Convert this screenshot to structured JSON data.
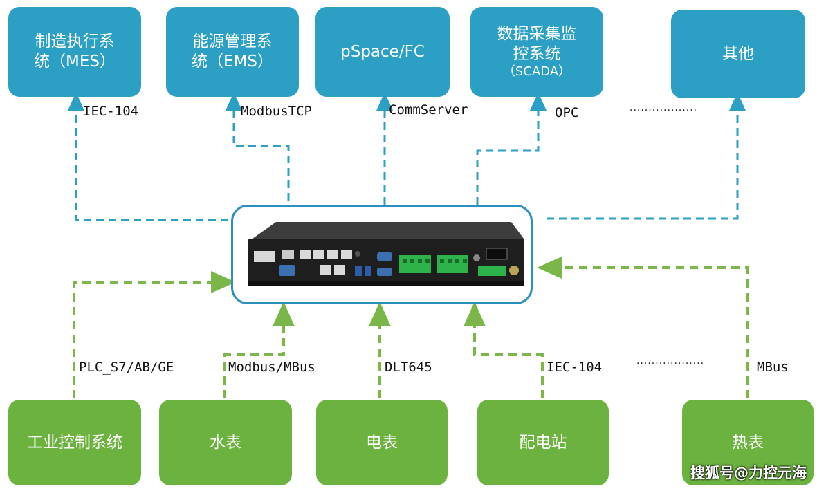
{
  "top_systems": [
    {
      "line1": "制造执行系",
      "line2": "统（MES）"
    },
    {
      "line1": "能源管理系",
      "line2": "统（EMS）"
    },
    {
      "line1": "pSpace/FC"
    },
    {
      "line1": "数据采集监",
      "line2": "控系统",
      "line3": "（SCADA）"
    },
    {
      "line1": "其他"
    }
  ],
  "top_protocols": [
    "IEC-104",
    "ModbusTCP",
    "CommServer",
    "OPC"
  ],
  "bottom_sources": [
    "工业控制系统",
    "水表",
    "电表",
    "配电站",
    "热表"
  ],
  "bottom_protocols": [
    "PLC_S7/AB/GE",
    "Modbus/MBus",
    "DLT645",
    "IEC-104",
    "MBus"
  ],
  "ellipsis": "··················",
  "watermark": "搜狐号@力控元海",
  "colors": {
    "top": "#2b9fc4",
    "bottom": "#6bb23e",
    "frame": "#2b8fc0"
  }
}
